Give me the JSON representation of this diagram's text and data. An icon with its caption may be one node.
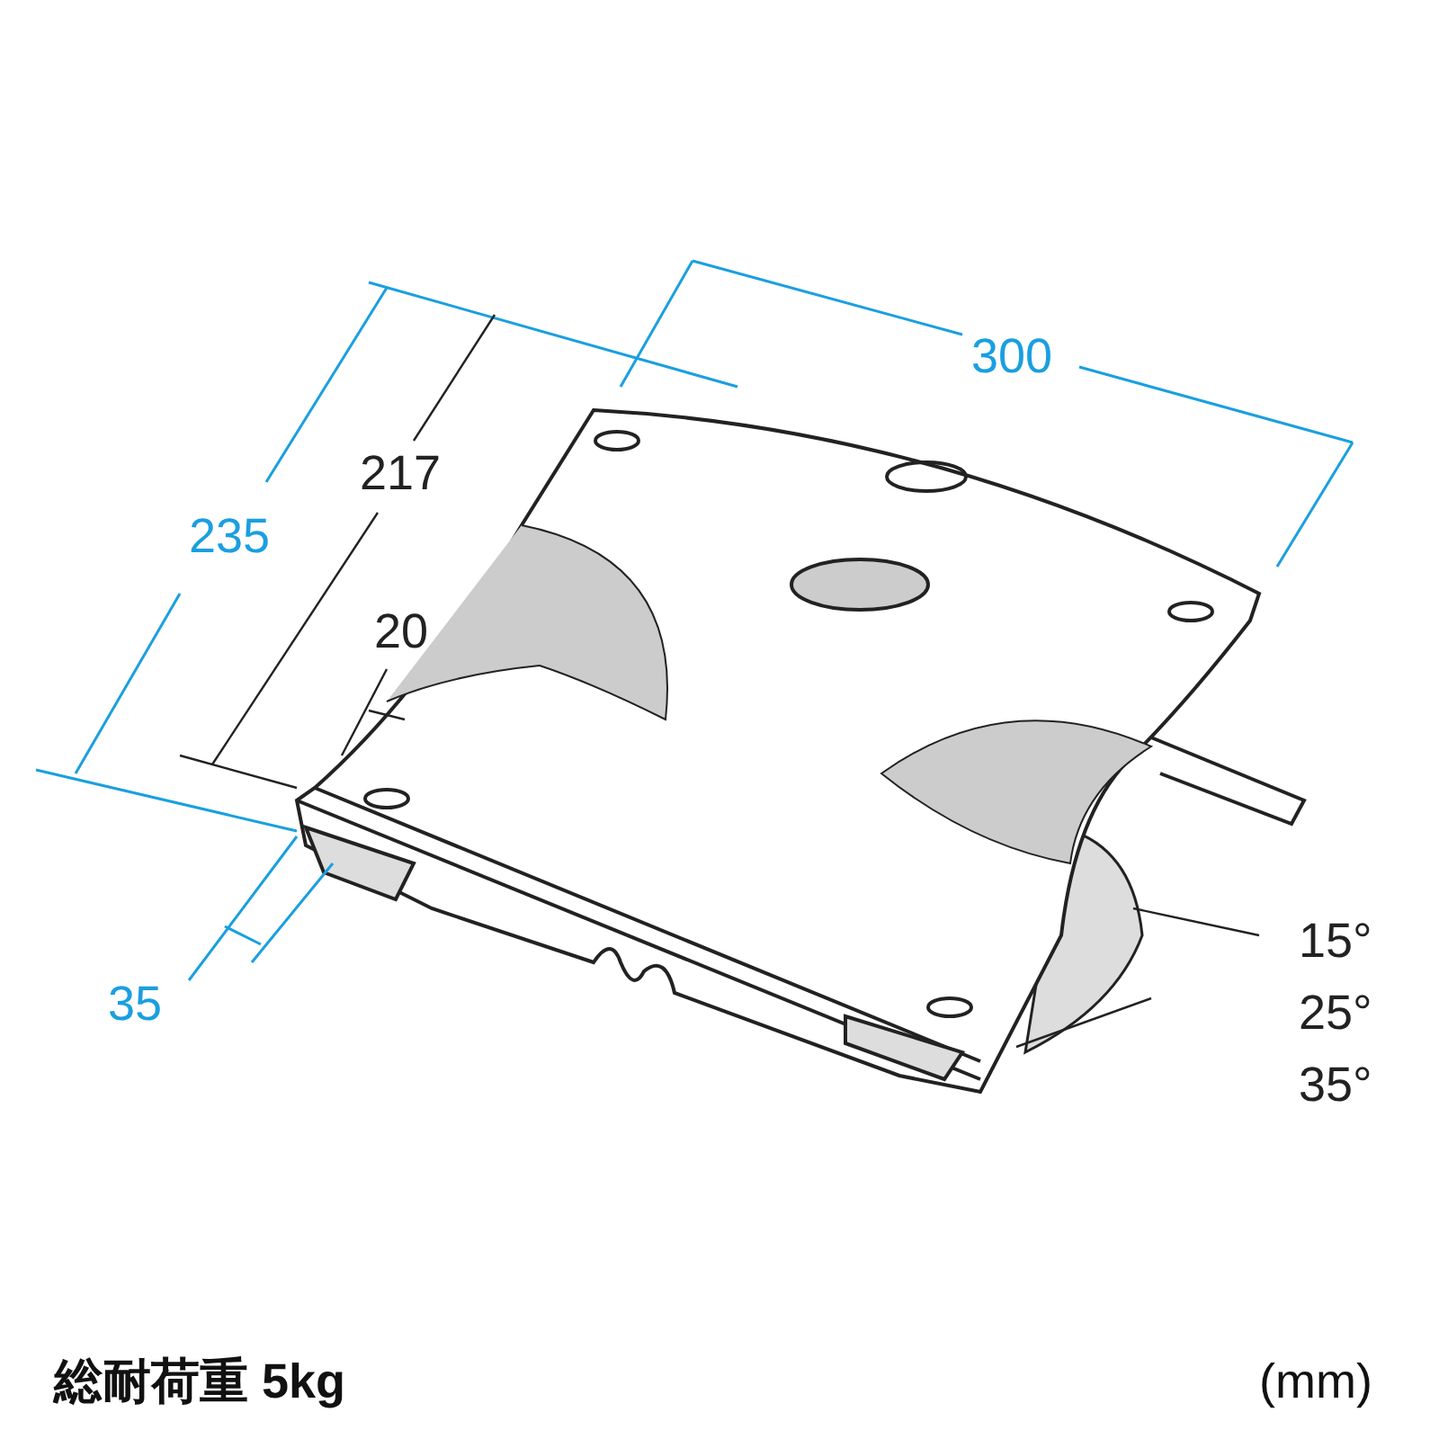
{
  "diagram": {
    "labels": [
      "300",
      "217",
      "235",
      "20",
      "15°",
      "35",
      "25°",
      "35°",
      "総耐荷重 5kg",
      "(mm)"
    ]
  }
}
